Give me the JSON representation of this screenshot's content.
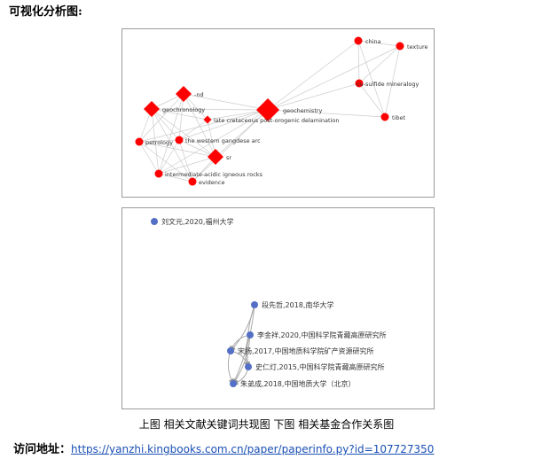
{
  "heading": "可视化分析图:",
  "keyword_graph": {
    "node_color": "#ff0000",
    "edge_color": "#cccccc",
    "nodes": [
      {
        "id": "china",
        "label": "china",
        "shape": "circle",
        "size": "small"
      },
      {
        "id": "texture",
        "label": "texture",
        "shape": "circle",
        "size": "small"
      },
      {
        "id": "cu",
        "label": "cu-sulfide mineralogy",
        "shape": "circle",
        "size": "small"
      },
      {
        "id": "tibet",
        "label": "tibet",
        "shape": "circle",
        "size": "small"
      },
      {
        "id": "nd",
        "label": "-nd",
        "shape": "diamond",
        "size": "medium"
      },
      {
        "id": "geochron",
        "label": "geochronology",
        "shape": "diamond",
        "size": "medium"
      },
      {
        "id": "geochem",
        "label": "geochemistry",
        "shape": "diamond",
        "size": "large"
      },
      {
        "id": "latecret",
        "label": "late cretaceous post-orogenic delamination",
        "shape": "diamond",
        "size": "small"
      },
      {
        "id": "petrology",
        "label": "petrology",
        "shape": "circle",
        "size": "small"
      },
      {
        "id": "gangdese",
        "label": "the western gangdese arc",
        "shape": "circle",
        "size": "small"
      },
      {
        "id": "sr",
        "label": "sr",
        "shape": "diamond",
        "size": "medium"
      },
      {
        "id": "intermediate",
        "label": "intermediate-acidic igneous rocks",
        "shape": "circle",
        "size": "small"
      },
      {
        "id": "evidence",
        "label": "evidence",
        "shape": "circle",
        "size": "small"
      }
    ],
    "edges": [
      [
        "china",
        "texture"
      ],
      [
        "china",
        "cu"
      ],
      [
        "china",
        "tibet"
      ],
      [
        "texture",
        "cu"
      ],
      [
        "texture",
        "tibet"
      ],
      [
        "cu",
        "tibet"
      ],
      [
        "geochem",
        "china"
      ],
      [
        "geochem",
        "texture"
      ],
      [
        "geochem",
        "cu"
      ],
      [
        "geochem",
        "tibet"
      ],
      [
        "nd",
        "geochem"
      ],
      [
        "geochron",
        "geochem"
      ],
      [
        "latecret",
        "geochem"
      ],
      [
        "gangdese",
        "geochem"
      ],
      [
        "sr",
        "geochem"
      ],
      [
        "petrology",
        "geochem"
      ],
      [
        "intermediate",
        "geochem"
      ],
      [
        "evidence",
        "geochem"
      ],
      [
        "nd",
        "geochron"
      ],
      [
        "nd",
        "latecret"
      ],
      [
        "nd",
        "gangdese"
      ],
      [
        "nd",
        "petrology"
      ],
      [
        "nd",
        "sr"
      ],
      [
        "nd",
        "intermediate"
      ],
      [
        "geochron",
        "latecret"
      ],
      [
        "geochron",
        "petrology"
      ],
      [
        "geochron",
        "gangdese"
      ],
      [
        "geochron",
        "sr"
      ],
      [
        "geochron",
        "intermediate"
      ],
      [
        "geochron",
        "evidence"
      ],
      [
        "latecret",
        "gangdese"
      ],
      [
        "latecret",
        "sr"
      ],
      [
        "petrology",
        "gangdese"
      ],
      [
        "petrology",
        "sr"
      ],
      [
        "petrology",
        "intermediate"
      ],
      [
        "petrology",
        "evidence"
      ],
      [
        "gangdese",
        "sr"
      ],
      [
        "gangdese",
        "intermediate"
      ],
      [
        "gangdese",
        "evidence"
      ],
      [
        "sr",
        "intermediate"
      ],
      [
        "sr",
        "evidence"
      ],
      [
        "intermediate",
        "evidence"
      ]
    ]
  },
  "fund_graph": {
    "node_color": "#5470c6",
    "edge_color": "#aaaaaa",
    "nodes": [
      {
        "id": "liu",
        "label": "刘文元,2020,福州大学"
      },
      {
        "id": "duan",
        "label": "段先哲,2018,南华大学"
      },
      {
        "id": "li",
        "label": "李金祥,2020,中国科学院青藏高原研究所"
      },
      {
        "id": "song",
        "label": "宋扬,2017,中国地质科学院矿产资源研究所"
      },
      {
        "id": "shi",
        "label": "史仁灯,2015,中国科学院青藏高原研究所"
      },
      {
        "id": "zhu",
        "label": "朱弟成,2018,中国地质大学（北京）"
      }
    ],
    "edges": [
      [
        "duan",
        "song"
      ],
      [
        "duan",
        "shi"
      ],
      [
        "duan",
        "zhu"
      ],
      [
        "li",
        "song"
      ],
      [
        "li",
        "zhu"
      ],
      [
        "li",
        "shi"
      ],
      [
        "song",
        "shi"
      ],
      [
        "song",
        "zhu"
      ],
      [
        "shi",
        "zhu"
      ]
    ]
  },
  "caption": "上图  相关文献关键词共现图     下图  相关基金合作关系图",
  "footer": {
    "label": "访问地址：",
    "url": "https://yanzhi.kingbooks.com.cn/paper/paperinfo.py?id=107727350"
  }
}
